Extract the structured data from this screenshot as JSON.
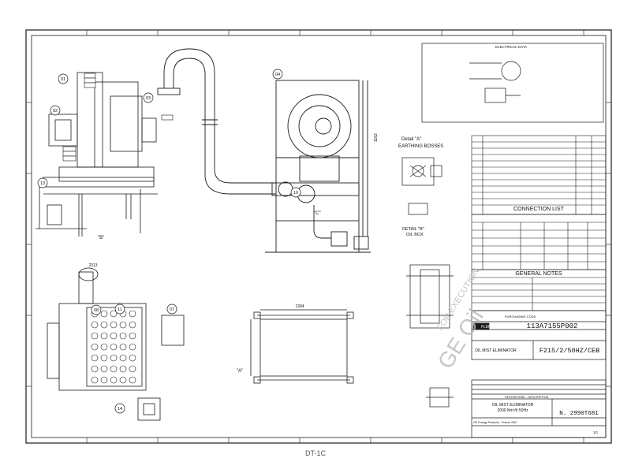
{
  "drawing": {
    "page_label": "DT-1C",
    "watermark_primary": "GE Oil",
    "watermark_secondary": "FOR EXECUTION",
    "detail_a_title": "Detail \"A\"",
    "detail_a_subtitle": "EARTHING BOSSES",
    "detail_b_title": "DETAIL \"B\"",
    "detail_b_subtitle": "OIL BOX",
    "view_a_label": "\"A\"",
    "view_b_label": "\"B\"",
    "view_c_label": "\"C\"",
    "electrical_title": "ELECTRICAL DATA",
    "connection_list_title": "CONNECTION LIST",
    "general_notes_title": "GENERAL NOTES",
    "purchasing_code_label": "PURCHASING CODE",
    "purchasing_code": "113A7155P002",
    "item_title": "OIL MIST ELIMINATOR",
    "item_model": "F215/2/50HZ/CEB",
    "drawing_title_1": "OIL MIST ELIMINATOR",
    "drawing_title_2": "2000 Nm³/h 50Hz",
    "drawing_number": "N. 2990T681",
    "sheet": "1/1",
    "revision_description_header": "DESCRIZIONE - DESCRIPTION",
    "company": "GE Energy Products - France SNC",
    "logo_text": "FLEM",
    "dim_center": "1304",
    "dim_left": "2313",
    "dim_right": "1162"
  },
  "callouts": [
    "01",
    "02",
    "03",
    "04",
    "07",
    "08",
    "10",
    "11",
    "13",
    "14"
  ],
  "colors": {
    "line": "#1a1a1a",
    "watermark": "#b9b9b9",
    "background": "#ffffff"
  }
}
